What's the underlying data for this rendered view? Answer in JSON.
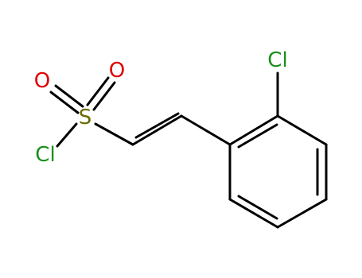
{
  "atoms": {
    "chlorine_sulfonyl": {
      "symbol": "Cl",
      "color": "#1a8f1a"
    },
    "sulfur": {
      "symbol": "S",
      "color": "#6b6b00"
    },
    "oxygen_left": {
      "symbol": "O",
      "color": "#e00000"
    },
    "oxygen_right": {
      "symbol": "O",
      "color": "#e00000"
    },
    "chlorine_aryl": {
      "symbol": "Cl",
      "color": "#1a8f1a"
    }
  },
  "colors": {
    "bond": "#000000",
    "background": "#ffffff"
  }
}
